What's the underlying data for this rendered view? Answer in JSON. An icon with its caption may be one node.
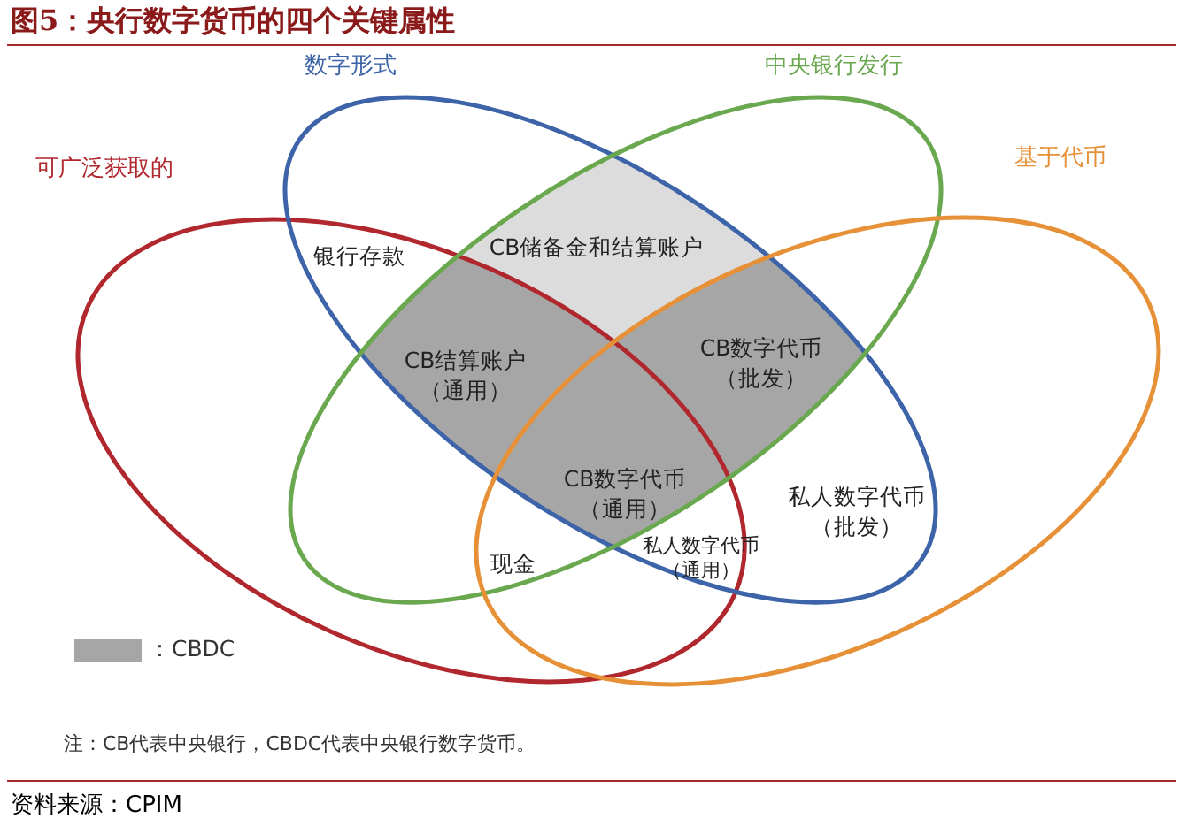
{
  "diagram": {
    "title": "图5：央行数字货币的四个关键属性",
    "caption": "资料来源：CPIM",
    "nodes": [
      {
        "text": [
          "可广泛获取的"
        ]
      },
      {
        "text": [
          "数字形式"
        ]
      },
      {
        "text": [
          "中央银行发行"
        ]
      },
      {
        "text": [
          "基于代币"
        ]
      }
    ],
    "edges": [],
    "labels": [
      "银行存款",
      "CB储备金和结算账户",
      "CB结算账户（通用）",
      "CB数字代币（批发）",
      "CB数字代币（通用）",
      "私人数字代币（批发）",
      "现金",
      "私人数字代币（通用）",
      "注：CB代表中央银行，CBDC代表中央银行数字货币。"
    ],
    "legend": [
      {
        "text": "：CBDC",
        "color": "#a6a6a6"
      }
    ]
  }
}
